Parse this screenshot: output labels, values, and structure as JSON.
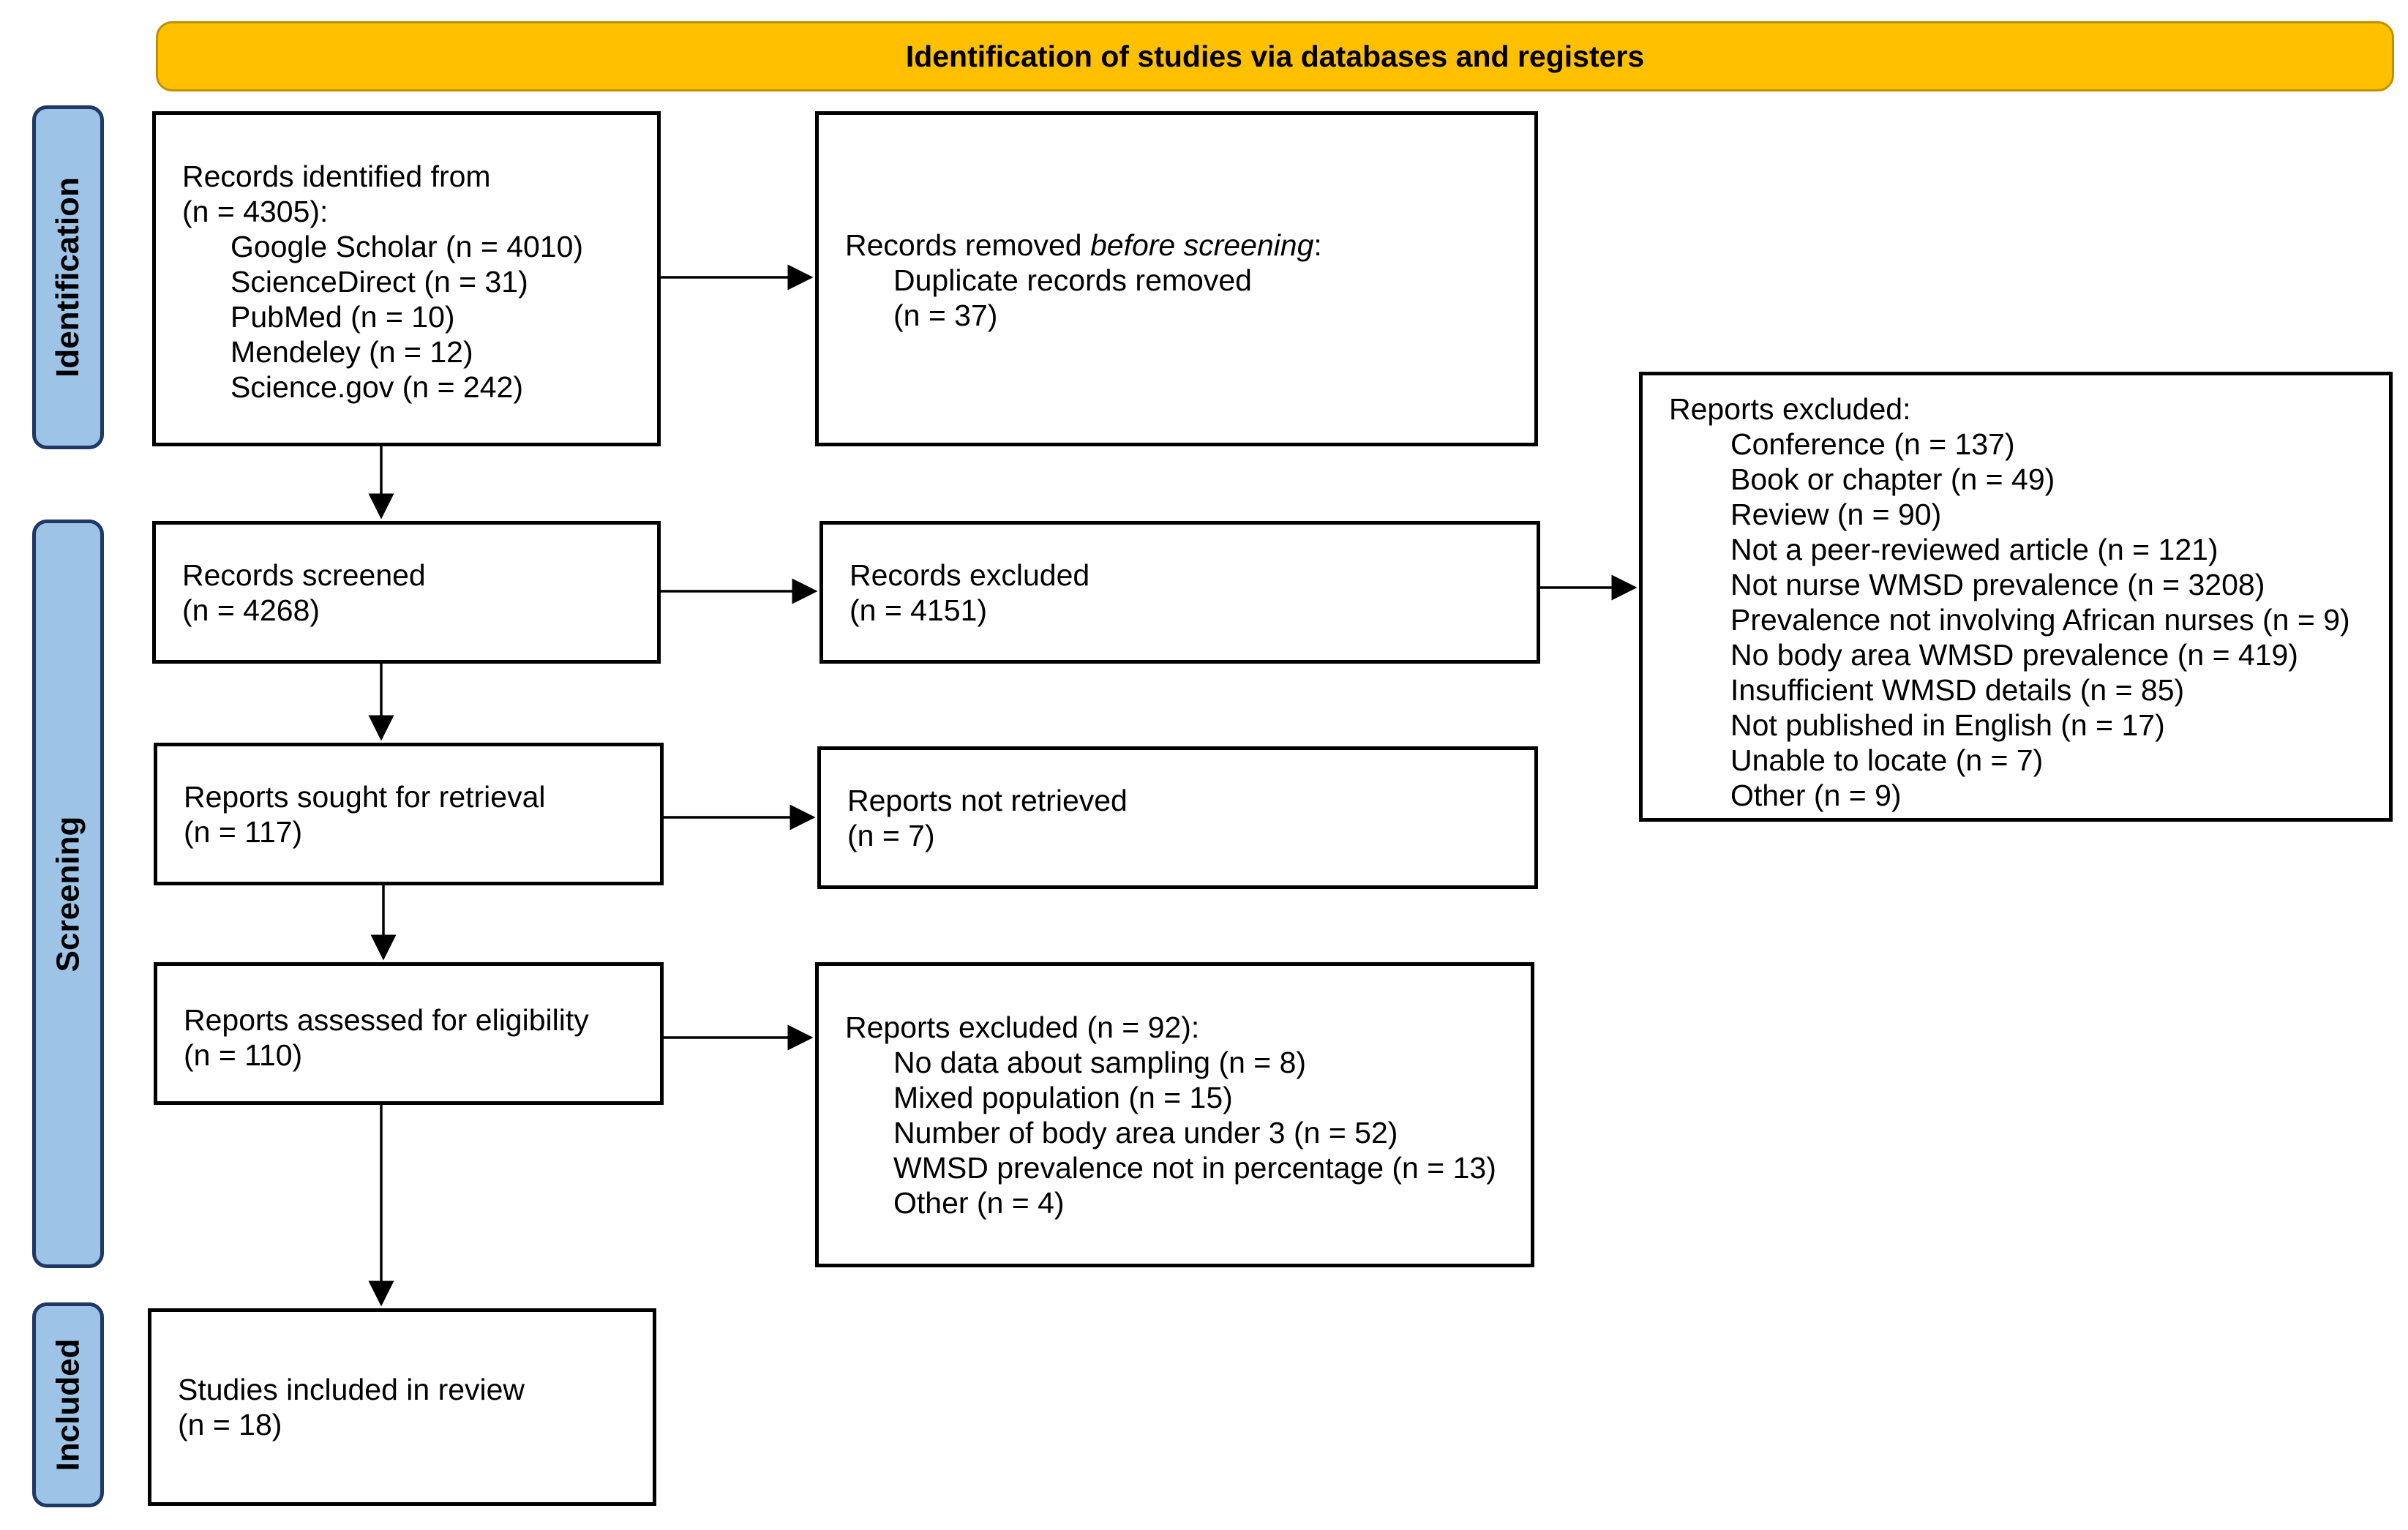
{
  "header": {
    "title": "Identification of studies via databases and registers"
  },
  "stages": {
    "identification": "Identification",
    "screening": "Screening",
    "included": "Included"
  },
  "records_identified": {
    "lines": [
      "Records identified from",
      "(n = 4305):"
    ],
    "sources": [
      "Google Scholar (n = 4010)",
      "ScienceDirect (n = 31)",
      "PubMed (n = 10)",
      "Mendeley (n = 12)",
      "Science.gov (n = 242)"
    ]
  },
  "records_removed": {
    "label_prefix": "Records removed ",
    "label_emph": "before screening",
    "label_suffix": ":",
    "items": [
      "Duplicate records removed",
      "(n = 37)"
    ]
  },
  "records_screened": {
    "lines": [
      "Records screened",
      "(n = 4268)"
    ]
  },
  "records_excluded": {
    "lines": [
      "Records excluded",
      "(n = 4151)"
    ]
  },
  "reports_excluded_screening": {
    "title": "Reports excluded:",
    "items": [
      "Conference (n = 137)",
      "Book or chapter (n = 49)",
      "Review (n = 90)",
      "Not a peer-reviewed article (n = 121)",
      "Not nurse WMSD prevalence (n = 3208)",
      "Prevalence not involving African nurses (n = 9)",
      "No body area WMSD prevalence (n = 419)",
      "Insufficient WMSD details (n = 85)",
      "Not published in English (n = 17)",
      "Unable to locate (n = 7)",
      "Other (n = 9)"
    ]
  },
  "reports_sought": {
    "lines": [
      "Reports sought for retrieval",
      "(n = 117)"
    ]
  },
  "reports_not_retrieved": {
    "lines": [
      "Reports not retrieved",
      "(n = 7)"
    ]
  },
  "reports_assessed": {
    "lines": [
      "Reports assessed for eligibility",
      "(n = 110)"
    ]
  },
  "reports_excluded_eligibility": {
    "title": "Reports excluded (n = 92):",
    "items": [
      "No data about sampling (n = 8)",
      "Mixed population (n = 15)",
      "Number of body area under 3 (n = 52)",
      "WMSD prevalence not in percentage (n = 13)",
      "Other (n = 4)"
    ]
  },
  "studies_included": {
    "lines": [
      "Studies included in review",
      "(n = 18)"
    ]
  }
}
